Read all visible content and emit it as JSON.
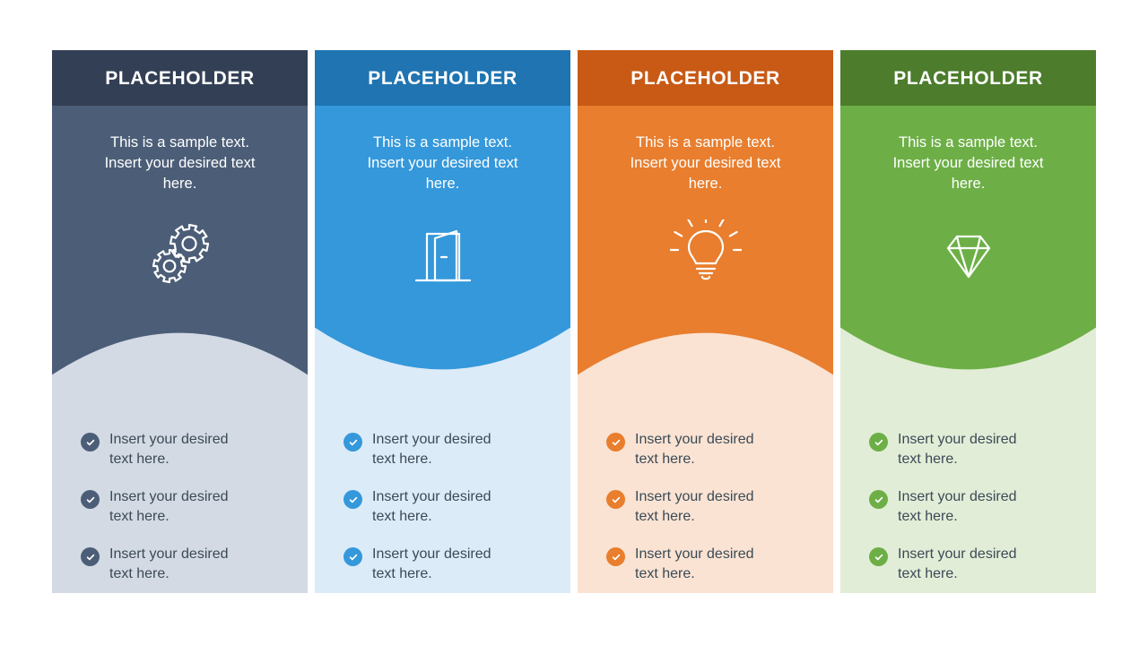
{
  "slide": {
    "background": "#ffffff",
    "bullet_text_color": "#3B4A56"
  },
  "columns": [
    {
      "title": "PLACEHOLDER",
      "description": "This is a sample text.\nInsert your desired text\nhere.",
      "icon": "gears-icon",
      "header_color": "#333F54",
      "body_color": "#4C5E77",
      "light_color": "#D3DAE4",
      "accent_color": "#4C5E77",
      "curve_direction": "dome-up",
      "bullets": [
        "Insert your desired\ntext here.",
        "Insert your desired\ntext here.",
        "Insert your desired\ntext here."
      ]
    },
    {
      "title": "PLACEHOLDER",
      "description": "This is a sample text.\nInsert your desired text\nhere.",
      "icon": "open-door-icon",
      "header_color": "#1F74B1",
      "body_color": "#3498DB",
      "light_color": "#DCEBF8",
      "accent_color": "#3498DB",
      "curve_direction": "dome-down",
      "bullets": [
        "Insert your desired\ntext here.",
        "Insert your desired\ntext here.",
        "Insert your desired\ntext here."
      ]
    },
    {
      "title": "PLACEHOLDER",
      "description": "This is a sample text.\nInsert your desired text\nhere.",
      "icon": "lightbulb-icon",
      "header_color": "#C85A16",
      "body_color": "#E87E2E",
      "light_color": "#FAE3D3",
      "accent_color": "#E87E2E",
      "curve_direction": "dome-up",
      "bullets": [
        "Insert your desired\ntext here.",
        "Insert your desired\ntext here.",
        "Insert your desired\ntext here."
      ]
    },
    {
      "title": "PLACEHOLDER",
      "description": "This is a sample text.\nInsert your desired text\nhere.",
      "icon": "diamond-icon",
      "header_color": "#4C7C2C",
      "body_color": "#6DAF46",
      "light_color": "#E2EDD7",
      "accent_color": "#6DAF46",
      "curve_direction": "dome-down",
      "bullets": [
        "Insert your desired\ntext here.",
        "Insert your desired\ntext here.",
        "Insert your desired\ntext here."
      ]
    }
  ]
}
